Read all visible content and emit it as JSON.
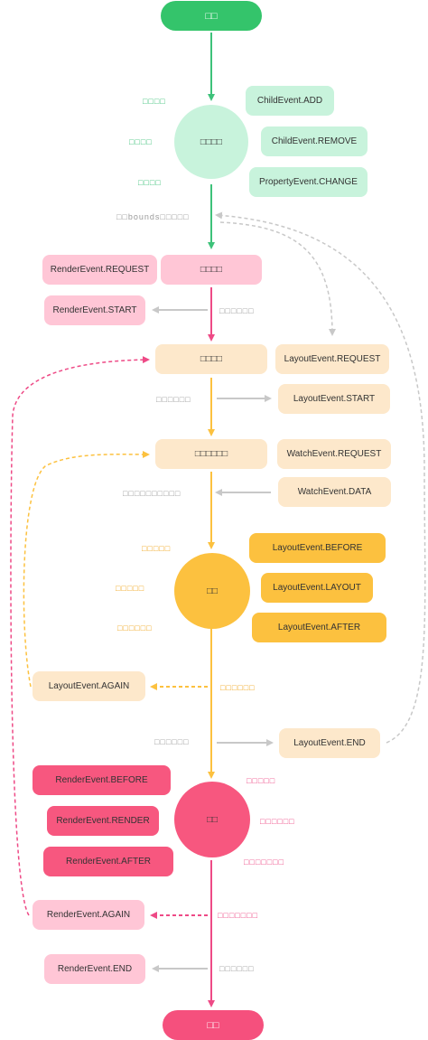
{
  "colors": {
    "green": "#3ec27a",
    "light_green": "#c8f3dc",
    "light_pink": "#ffc6d6",
    "cream": "#fde8cb",
    "yellow": "#fcc13f",
    "pink": "#f7577f",
    "gray": "#c8c8c8"
  },
  "nodes": {
    "start": "□□",
    "child_change": "□□□□",
    "render_request_node": "□□□□",
    "layout_node": "□□□□",
    "watch_node": "□□□□□□",
    "layout_circle": "□□",
    "render_circle": "□□",
    "end": "□□"
  },
  "events": {
    "child_add": "ChildEvent.ADD",
    "child_remove": "ChildEvent.REMOVE",
    "property_change": "PropertyEvent.CHANGE",
    "render_request": "RenderEvent.REQUEST",
    "render_start": "RenderEvent.START",
    "layout_request": "LayoutEvent.REQUEST",
    "layout_start": "LayoutEvent.START",
    "watch_request": "WatchEvent.REQUEST",
    "watch_data": "WatchEvent.DATA",
    "layout_before": "LayoutEvent.BEFORE",
    "layout_layout": "LayoutEvent.LAYOUT",
    "layout_after": "LayoutEvent.AFTER",
    "layout_again": "LayoutEvent.AGAIN",
    "layout_end": "LayoutEvent.END",
    "render_before": "RenderEvent.BEFORE",
    "render_render": "RenderEvent.RENDER",
    "render_after": "RenderEvent.AFTER",
    "render_again": "RenderEvent.AGAIN",
    "render_end": "RenderEvent.END"
  },
  "labels": {
    "g1": "□□□□",
    "g2": "□□□□",
    "g3": "□□□□",
    "bounds": "□□bounds□□□□□",
    "r1": "□□□□□□",
    "l1": "□□□□□□",
    "w1": "□□□□□□□□□□",
    "y1": "□□□□□",
    "y2": "□□□□□",
    "y3": "□□□□□□",
    "y4": "□□□□□□",
    "l_end": "□□□□□□",
    "p1": "□□□□□",
    "p2": "□□□□□□",
    "p3": "□□□□□□□",
    "p4": "□□□□□□□",
    "p5": "□□□□□□"
  }
}
